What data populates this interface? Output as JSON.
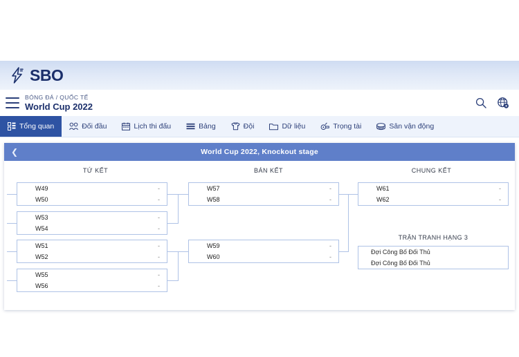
{
  "brand": {
    "name": "SBO",
    "logo_icon": "sbo-lightning-icon"
  },
  "header": {
    "menu_icon": "hamburger-menu-icon",
    "breadcrumb": "BÓNG ĐÁ / QUỐC TẾ",
    "title": "World Cup 2022",
    "search_icon": "search-icon",
    "globe_settings_icon": "globe-settings-icon"
  },
  "tabs": [
    {
      "label": "Tổng quan",
      "icon": "overview-grid-icon",
      "active": true
    },
    {
      "label": "Đối đầu",
      "icon": "head-to-head-icon",
      "active": false
    },
    {
      "label": "Lịch thi đấu",
      "icon": "calendar-icon",
      "active": false
    },
    {
      "label": "Bảng",
      "icon": "table-rows-icon",
      "active": false
    },
    {
      "label": "Đội",
      "icon": "jersey-shirt-icon",
      "active": false
    },
    {
      "label": "Dữ liệu",
      "icon": "folder-icon",
      "active": false
    },
    {
      "label": "Trọng tài",
      "icon": "whistle-icon",
      "active": false
    },
    {
      "label": "Sân vận động",
      "icon": "stadium-icon",
      "active": false
    }
  ],
  "stage": {
    "back_icon": "chevron-left-icon",
    "title": "World Cup 2022, Knockout stage"
  },
  "columns": {
    "quarterfinal": "TỨ KẾT",
    "semifinal": "BÁN KẾT",
    "final": "CHUNG KẾT",
    "third_place": "TRẬN TRANH HẠNG 3"
  },
  "matches": {
    "qf": [
      {
        "home": "W49",
        "home_score": "-",
        "away": "W50",
        "away_score": "-"
      },
      {
        "home": "W53",
        "home_score": "-",
        "away": "W54",
        "away_score": "-"
      },
      {
        "home": "W51",
        "home_score": "-",
        "away": "W52",
        "away_score": "-"
      },
      {
        "home": "W55",
        "home_score": "-",
        "away": "W56",
        "away_score": "-"
      }
    ],
    "sf": [
      {
        "home": "W57",
        "home_score": "-",
        "away": "W58",
        "away_score": "-"
      },
      {
        "home": "W59",
        "home_score": "-",
        "away": "W60",
        "away_score": "-"
      }
    ],
    "final": [
      {
        "home": "W61",
        "home_score": "-",
        "away": "W62",
        "away_score": "-"
      }
    ],
    "third": [
      {
        "home": "Đợi Công Bố Đối Thủ",
        "away": "Đợi Công Bố Đối Thủ"
      }
    ]
  },
  "colors": {
    "accent": "#2e53a3",
    "stage_header": "#5f7fc9",
    "brand_text": "#1b2f6b",
    "box_border": "#aec2e6",
    "tabbar_bg": "#eef3fc"
  }
}
